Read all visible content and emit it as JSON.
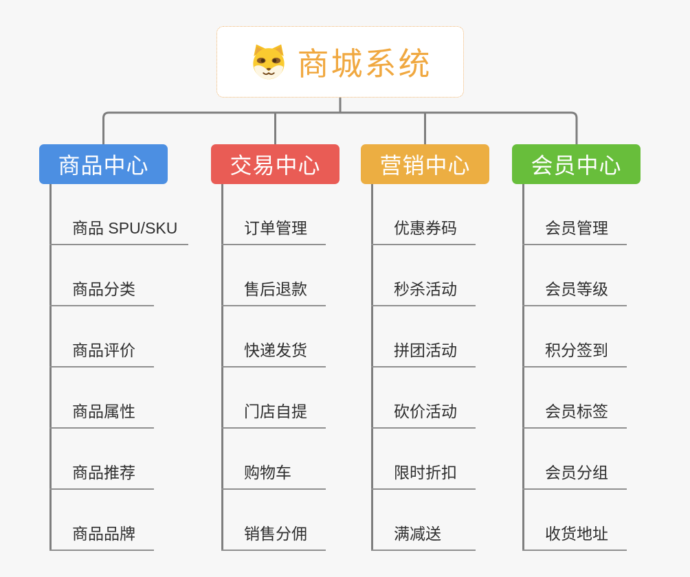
{
  "root": {
    "title": "商城系统",
    "title_color": "#f0a840",
    "border_color": "#efb571",
    "icon": "doge-icon"
  },
  "branches": [
    {
      "label": "商品中心",
      "color": "#4c8fe2",
      "children": [
        "商品 SPU/SKU",
        "商品分类",
        "商品评价",
        "商品属性",
        "商品推荐",
        "商品品牌"
      ]
    },
    {
      "label": "交易中心",
      "color": "#e95c55",
      "children": [
        "订单管理",
        "售后退款",
        "快递发货",
        "门店自提",
        "购物车",
        "销售分佣"
      ]
    },
    {
      "label": "营销中心",
      "color": "#ecae42",
      "children": [
        "优惠券码",
        "秒杀活动",
        "拼团活动",
        "砍价活动",
        "限时折扣",
        "满减送"
      ]
    },
    {
      "label": "会员中心",
      "color": "#68be3b",
      "children": [
        "会员管理",
        "会员等级",
        "积分签到",
        "会员标签",
        "会员分组",
        "收货地址"
      ]
    }
  ],
  "connector_color": "#7e7e7e",
  "underline_color": "#8f8f8f",
  "background_color": "#f7f7f7"
}
